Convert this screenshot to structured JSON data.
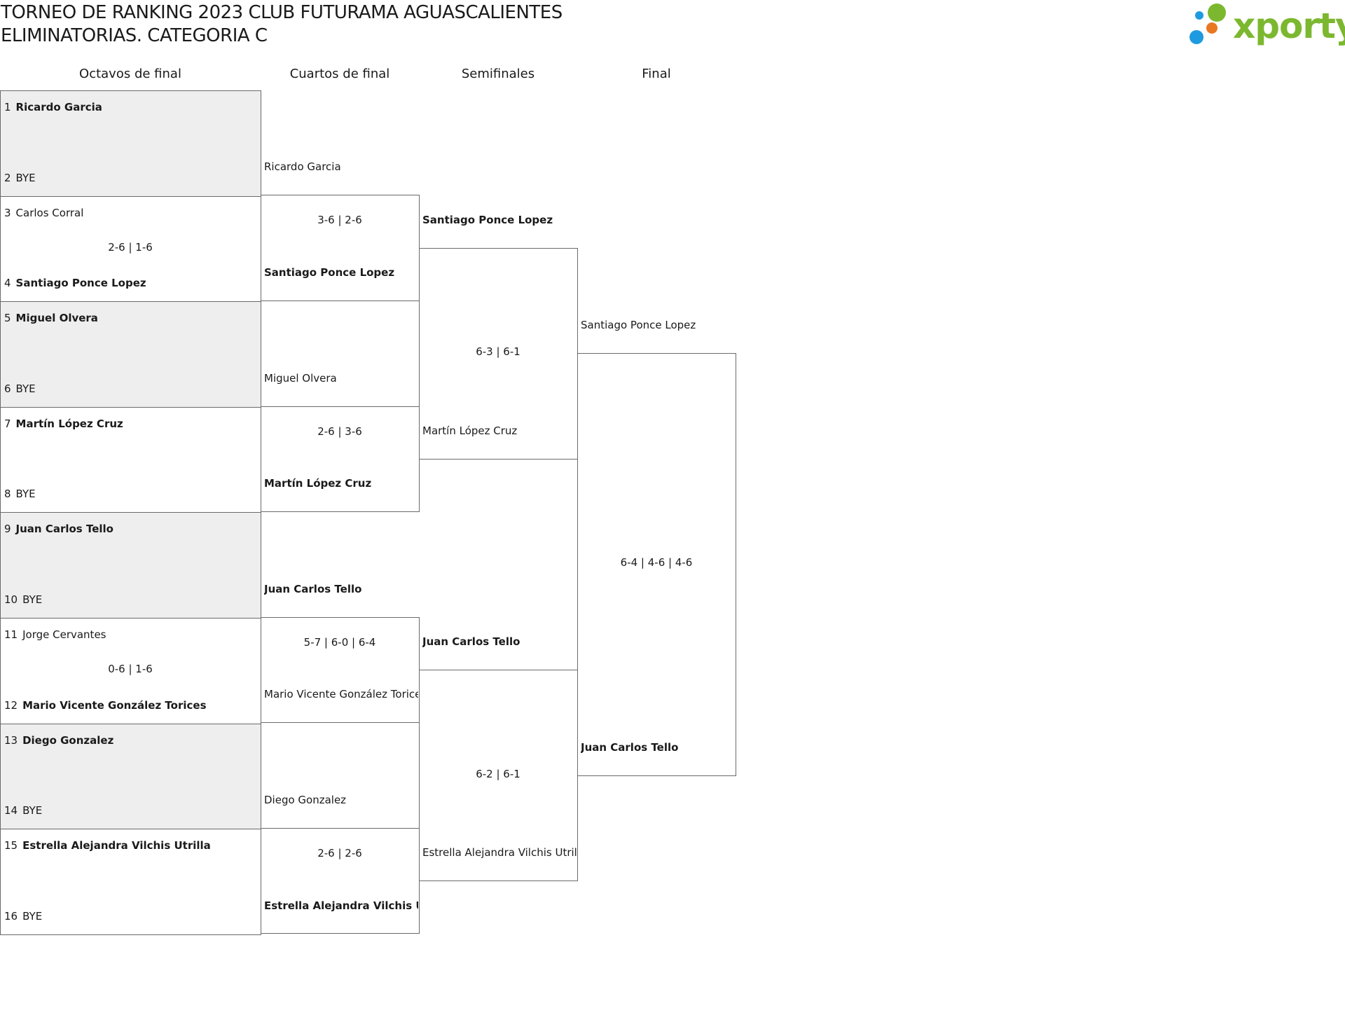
{
  "title": {
    "line1": "TORNEO DE RANKING 2023 CLUB FUTURAMA AGUASCALIENTES",
    "line2": "ELIMINATORIAS. CATEGORIA C"
  },
  "logo": {
    "text": "xporty",
    "dot_colors": [
      "#1e9be0",
      "#7cb82f",
      "#e87722"
    ]
  },
  "rounds": [
    "Octavos de final",
    "Cuartos de final",
    "Semifinales",
    "Final"
  ],
  "octavos": [
    {
      "score": "",
      "p1": {
        "seed": "1",
        "name": "Ricardo Garcia",
        "winner": true
      },
      "p2": {
        "seed": "2",
        "name": "BYE",
        "winner": false
      }
    },
    {
      "score": "2-6 | 1-6",
      "p1": {
        "seed": "3",
        "name": "Carlos Corral",
        "winner": false
      },
      "p2": {
        "seed": "4",
        "name": "Santiago Ponce Lopez",
        "winner": true
      }
    },
    {
      "score": "",
      "p1": {
        "seed": "5",
        "name": "Miguel Olvera",
        "winner": true
      },
      "p2": {
        "seed": "6",
        "name": "BYE",
        "winner": false
      }
    },
    {
      "score": "",
      "p1": {
        "seed": "7",
        "name": "Martín López Cruz",
        "winner": true
      },
      "p2": {
        "seed": "8",
        "name": "BYE",
        "winner": false
      }
    },
    {
      "score": "",
      "p1": {
        "seed": "9",
        "name": "Juan Carlos Tello",
        "winner": true
      },
      "p2": {
        "seed": "10",
        "name": "BYE",
        "winner": false
      }
    },
    {
      "score": "0-6 | 1-6",
      "p1": {
        "seed": "11",
        "name": "Jorge Cervantes",
        "winner": false
      },
      "p2": {
        "seed": "12",
        "name": "Mario Vicente González Torices",
        "winner": true
      }
    },
    {
      "score": "",
      "p1": {
        "seed": "13",
        "name": "Diego Gonzalez",
        "winner": true
      },
      "p2": {
        "seed": "14",
        "name": "BYE",
        "winner": false
      }
    },
    {
      "score": "",
      "p1": {
        "seed": "15",
        "name": "Estrella Alejandra Vilchis Utrilla",
        "winner": true
      },
      "p2": {
        "seed": "16",
        "name": "BYE",
        "winner": false
      }
    }
  ],
  "cuartos": [
    {
      "score": "3-6 | 2-6",
      "p1": {
        "name": "Ricardo Garcia",
        "winner": false
      },
      "p2": {
        "name": "Santiago Ponce Lopez",
        "winner": true
      }
    },
    {
      "score": "2-6 | 3-6",
      "p1": {
        "name": "Miguel Olvera",
        "winner": false
      },
      "p2": {
        "name": "Martín López Cruz",
        "winner": true
      }
    },
    {
      "score": "5-7 | 6-0 | 6-4",
      "p1": {
        "name": "Juan Carlos Tello",
        "winner": true
      },
      "p2": {
        "name": "Mario Vicente González Torices",
        "winner": false
      }
    },
    {
      "score": "2-6 | 2-6",
      "p1": {
        "name": "Diego Gonzalez",
        "winner": false
      },
      "p2": {
        "name": "Estrella Alejandra Vilchis Utrilla",
        "winner": true
      }
    }
  ],
  "semis": [
    {
      "score": "6-3 | 6-1",
      "p1": {
        "name": "Santiago Ponce Lopez",
        "winner": true
      },
      "p2": {
        "name": "Martín López Cruz",
        "winner": false
      }
    },
    {
      "score": "6-2 | 6-1",
      "p1": {
        "name": "Juan Carlos Tello",
        "winner": true
      },
      "p2": {
        "name": "Estrella Alejandra Vilchis Utrilla",
        "winner": false
      }
    }
  ],
  "final": [
    {
      "score": "6-4 | 4-6 | 4-6",
      "p1": {
        "name": "Santiago Ponce Lopez",
        "winner": false
      },
      "p2": {
        "name": "Juan Carlos Tello",
        "winner": true
      }
    }
  ]
}
